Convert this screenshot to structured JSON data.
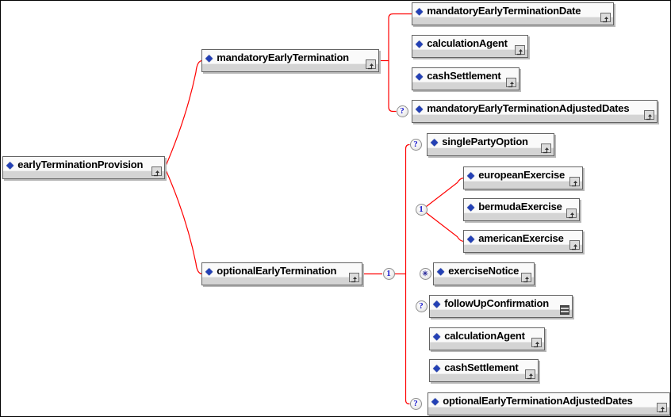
{
  "diagram_title": "earlyTerminationProvision schema diagram",
  "colors": {
    "connector": "#ff0000",
    "diamond": "#2340b5",
    "box_border": "#636363",
    "box_strip": "#d4d4d4",
    "marker_glyph": "#1b1bcc"
  },
  "icons": {
    "diamond": "◆"
  },
  "markers": {
    "optional": "?",
    "choice": "1",
    "sequence": "1",
    "repeatable": "✳"
  },
  "nodes": {
    "root": {
      "label": "earlyTerminationProvision"
    },
    "mandatoryEarlyTermination": {
      "label": "mandatoryEarlyTermination"
    },
    "optionalEarlyTermination": {
      "label": "optionalEarlyTermination"
    },
    "mandatoryEarlyTerminationDate": {
      "label": "mandatoryEarlyTerminationDate"
    },
    "calculationAgentTop": {
      "label": "calculationAgent"
    },
    "cashSettlementTop": {
      "label": "cashSettlement"
    },
    "mandatoryEarlyTerminationAdjustedDates": {
      "label": "mandatoryEarlyTerminationAdjustedDates"
    },
    "singlePartyOption": {
      "label": "singlePartyOption"
    },
    "europeanExercise": {
      "label": "europeanExercise"
    },
    "bermudaExercise": {
      "label": "bermudaExercise"
    },
    "americanExercise": {
      "label": "americanExercise"
    },
    "exerciseNotice": {
      "label": "exerciseNotice"
    },
    "followUpConfirmation": {
      "label": "followUpConfirmation"
    },
    "calculationAgentBottom": {
      "label": "calculationAgent"
    },
    "cashSettlementBottom": {
      "label": "cashSettlement"
    },
    "optionalEarlyTerminationAdjustedDates": {
      "label": "optionalEarlyTerminationAdjustedDates"
    }
  }
}
